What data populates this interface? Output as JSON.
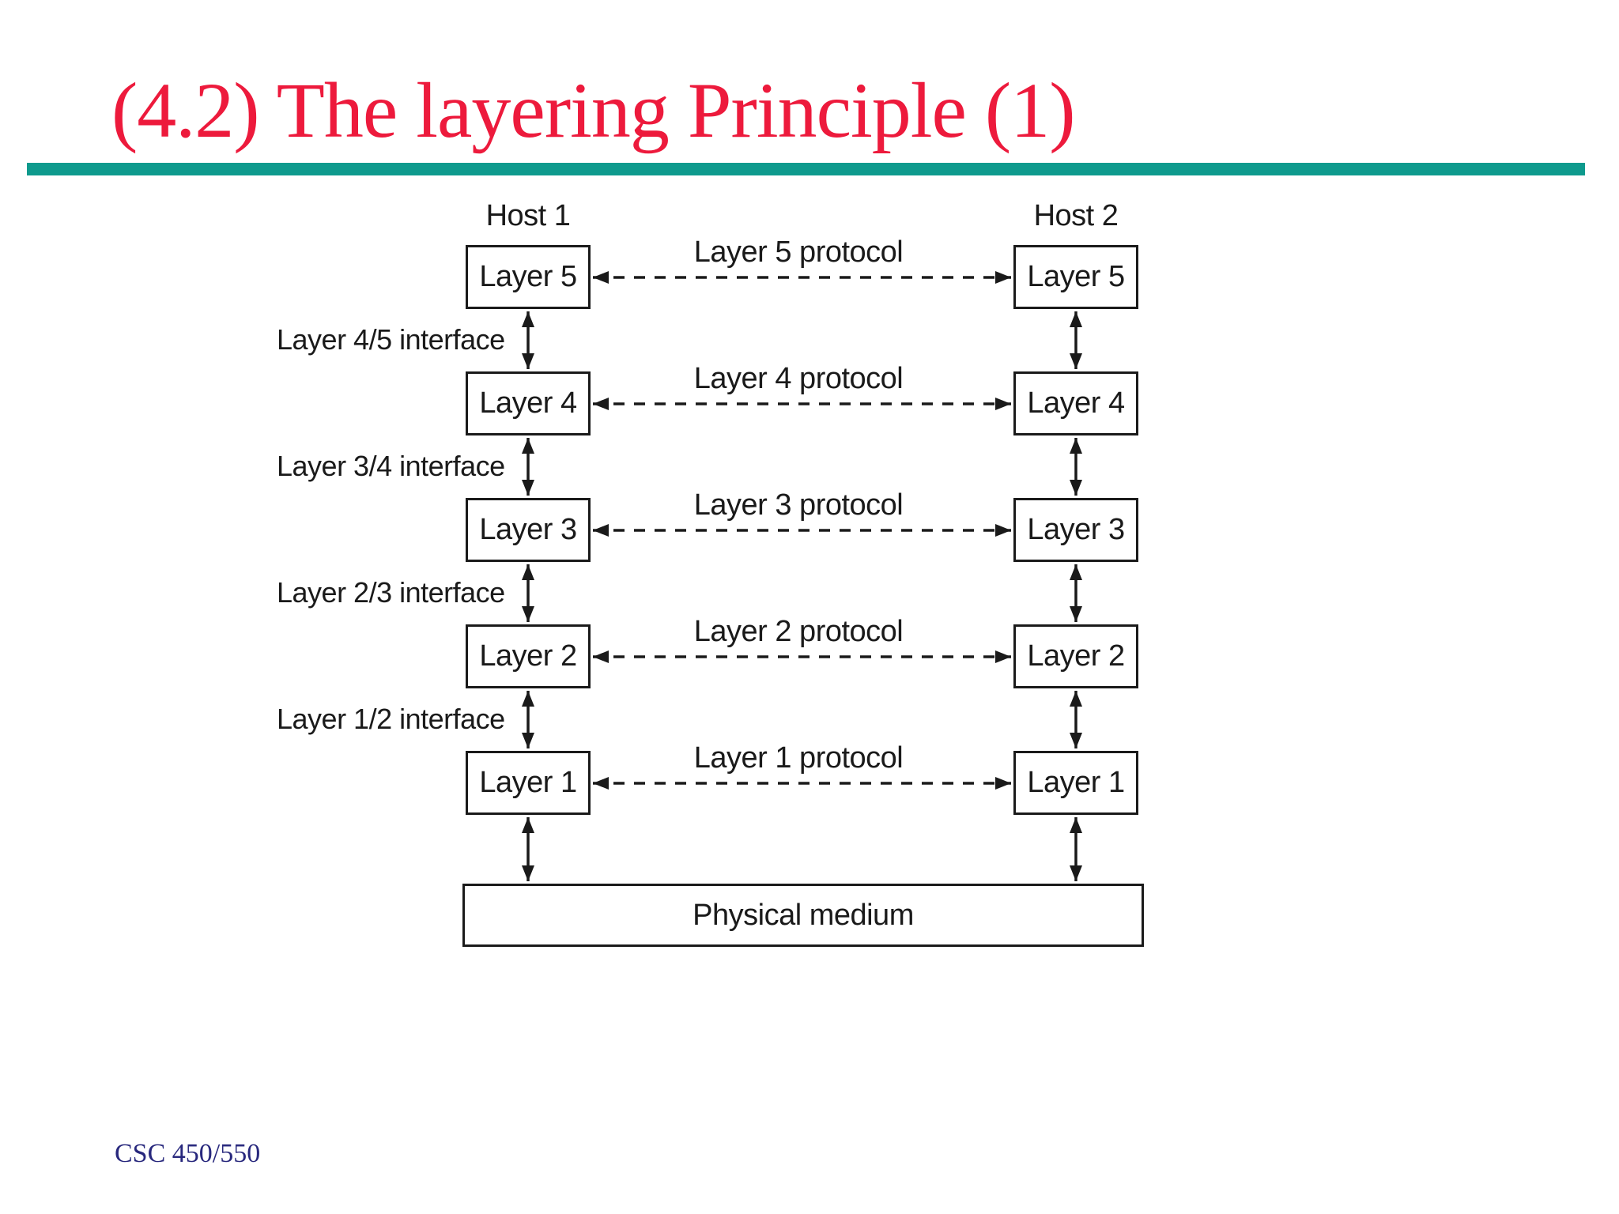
{
  "title": "(4.2) The layering Principle (1)",
  "footer": "CSC 450/550",
  "colors": {
    "title_red": "#ED1A3C",
    "rule_teal": "#0E9A8D",
    "footer_navy": "#28287D",
    "diagram_ink": "#1A1A1A",
    "background": "#FFFFFF"
  },
  "diagram": {
    "hosts": [
      {
        "label": "Host 1"
      },
      {
        "label": "Host 2"
      }
    ],
    "layers": [
      {
        "name": "Layer 5",
        "protocol": "Layer 5 protocol"
      },
      {
        "name": "Layer 4",
        "protocol": "Layer 4 protocol"
      },
      {
        "name": "Layer 3",
        "protocol": "Layer 3 protocol"
      },
      {
        "name": "Layer 2",
        "protocol": "Layer 2 protocol"
      },
      {
        "name": "Layer 1",
        "protocol": "Layer 1 protocol"
      }
    ],
    "interfaces": [
      {
        "label": "Layer 4/5 interface"
      },
      {
        "label": "Layer 3/4 interface"
      },
      {
        "label": "Layer 2/3 interface"
      },
      {
        "label": "Layer 1/2 interface"
      }
    ],
    "physical_medium": "Physical medium"
  }
}
